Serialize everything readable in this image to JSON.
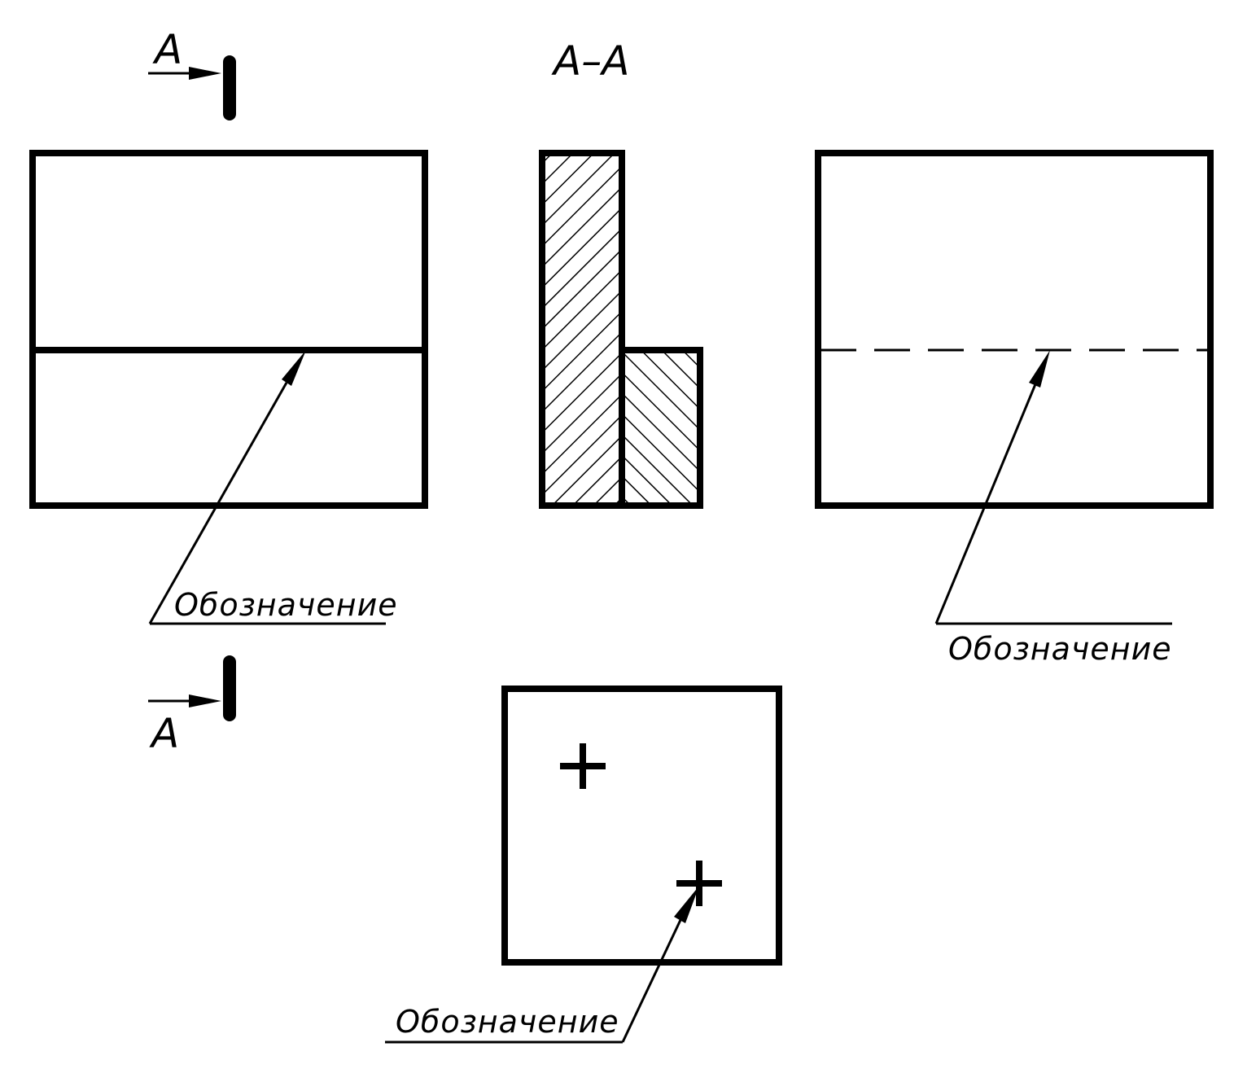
{
  "section_marks": {
    "top_letter": "А",
    "bottom_letter": "А",
    "section_title": "А–А"
  },
  "callouts": {
    "left_view": "Обозначение",
    "right_view": "Обозначение",
    "bottom_view": "Обозначение"
  }
}
